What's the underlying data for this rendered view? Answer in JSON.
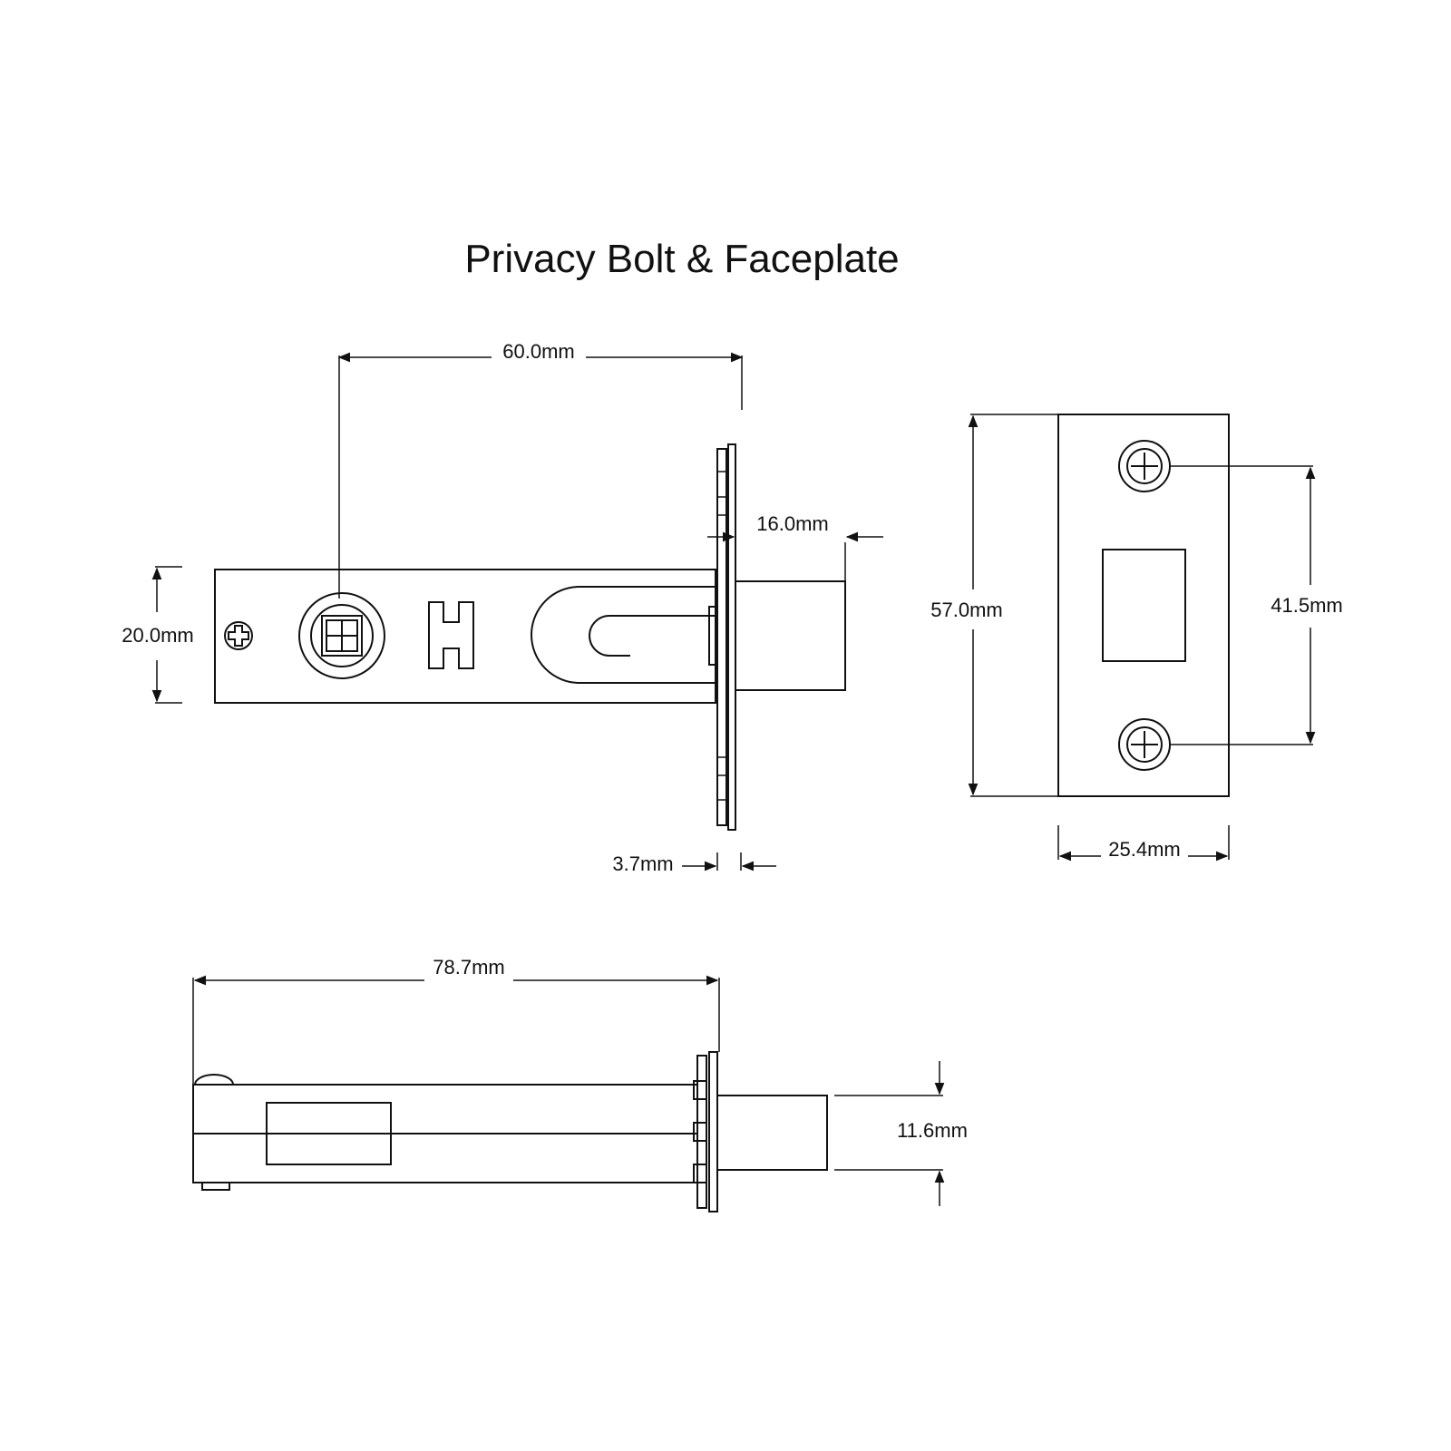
{
  "title": "Privacy Bolt & Faceplate",
  "dimensions": {
    "bolt_backset": "60.0mm",
    "bolt_height": "20.0mm",
    "bolt_projection": "16.0mm",
    "faceplate_thickness": "3.7mm",
    "faceplate_height": "57.0mm",
    "screw_centres": "41.5mm",
    "faceplate_width": "25.4mm",
    "overall_length": "78.7mm",
    "bolt_thickness": "11.6mm"
  },
  "views": [
    "front-elevation",
    "faceplate-view",
    "side-elevation"
  ]
}
